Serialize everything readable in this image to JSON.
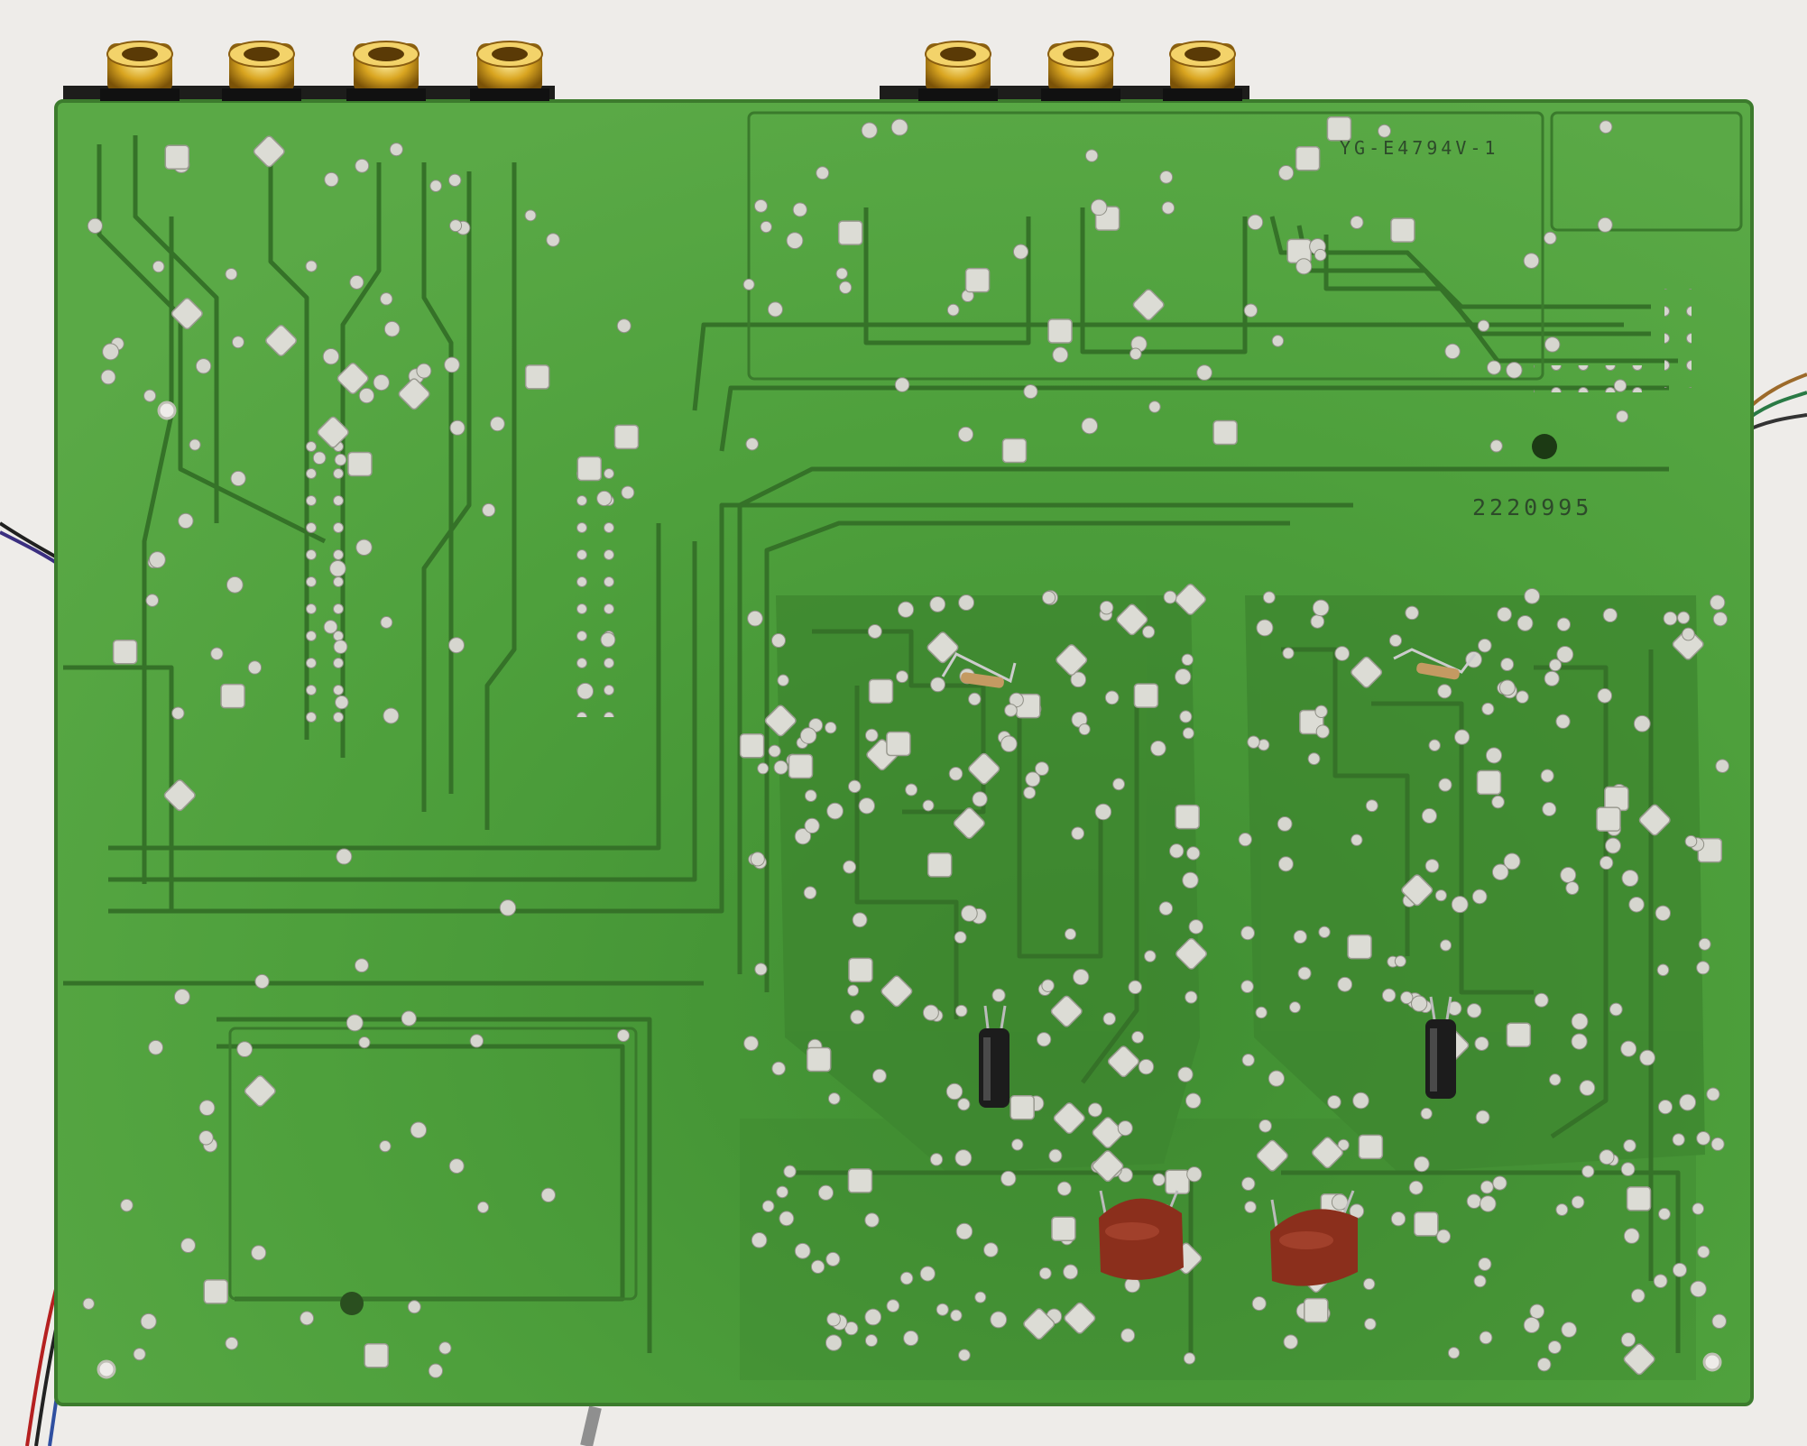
{
  "board": {
    "part_code": "YG-E4794V-1",
    "serial_number": "2220995",
    "colors": {
      "background": "#eeece9",
      "pcb": "#4fa03c",
      "trace": "#3a7a2c",
      "solder": "#d8d8d2",
      "gold": "#d9a520",
      "capacitor_body": "#8b2f1c",
      "electrolytic": "#1c1c1c"
    },
    "icons": [
      "rca-jack",
      "solder-pad",
      "film-capacitor",
      "electrolytic-capacitor",
      "resistor",
      "wire"
    ]
  }
}
